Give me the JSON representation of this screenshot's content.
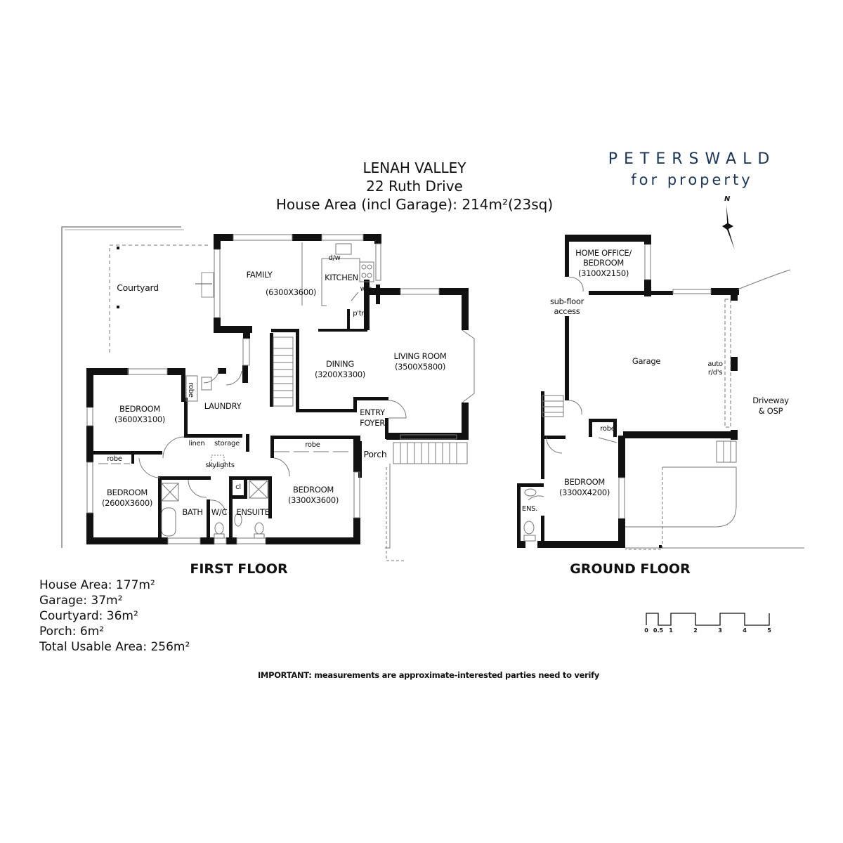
{
  "header": {
    "suburb": "LENAH VALLEY",
    "address": "22 Ruth Drive",
    "house_area": "House Area (incl Garage): 214m²(23sq)"
  },
  "logo": {
    "name": "PETERSWALD",
    "tagline": "for property",
    "color": "#1d3557"
  },
  "compass": {
    "label": "N"
  },
  "first_floor": {
    "title": "FIRST FLOOR",
    "rooms": {
      "courtyard": "Courtyard",
      "family": "FAMILY",
      "family_dims": "(6300X3600)",
      "kitchen": "KITCHEN",
      "dw": "d/w",
      "wo": "w/o",
      "pantry": "p'try",
      "dining": "DINING",
      "dining_dims": "(3200X3300)",
      "living": "LIVING ROOM",
      "living_dims": "(3500X5800)",
      "entry": "ENTRY",
      "foyer": "FOYER",
      "porch": "Porch",
      "bedroom1": "BEDROOM",
      "bedroom1_dims": "(3600X3100)",
      "robe1": "robe",
      "laundry": "LAUNDRY",
      "linen": "linen",
      "storage": "storage",
      "skylights": "skylights",
      "robe2": "robe",
      "bedroom2": "BEDROOM",
      "bedroom2_dims": "(2600X3600)",
      "bath": "BATH",
      "wc": "W/C",
      "cl": "cl",
      "ensuite": "ENSUITE",
      "robe3": "robe",
      "bedroom3": "BEDROOM",
      "bedroom3_dims": "(3300X3600)"
    }
  },
  "ground_floor": {
    "title": "GROUND FLOOR",
    "rooms": {
      "office": "HOME OFFICE/",
      "office2": "BEDROOM",
      "office_dims": "(3100X2150)",
      "subfloor": "sub-floor",
      "subfloor2": "access",
      "garage": "Garage",
      "auto": "auto",
      "auto2": "r/d's",
      "driveway": "Driveway",
      "driveway2": "& OSP",
      "robe": "robe",
      "bedroom": "BEDROOM",
      "bedroom_dims": "(3300X4200)",
      "ens": "ENS."
    }
  },
  "areas": {
    "house": "House Area: 177m²",
    "garage": "Garage: 37m²",
    "courtyard": "Courtyard: 36m²",
    "porch": "Porch: 6m²",
    "total": "Total Usable Area: 256m²"
  },
  "scale_bar": {
    "ticks": [
      "0",
      "0.5",
      "1",
      "2",
      "3",
      "4",
      "5"
    ],
    "unit_values": [
      0,
      0.5,
      1,
      2,
      3,
      4,
      5
    ]
  },
  "notice": "IMPORTANT: measurements are approximate-interested parties need to verify"
}
